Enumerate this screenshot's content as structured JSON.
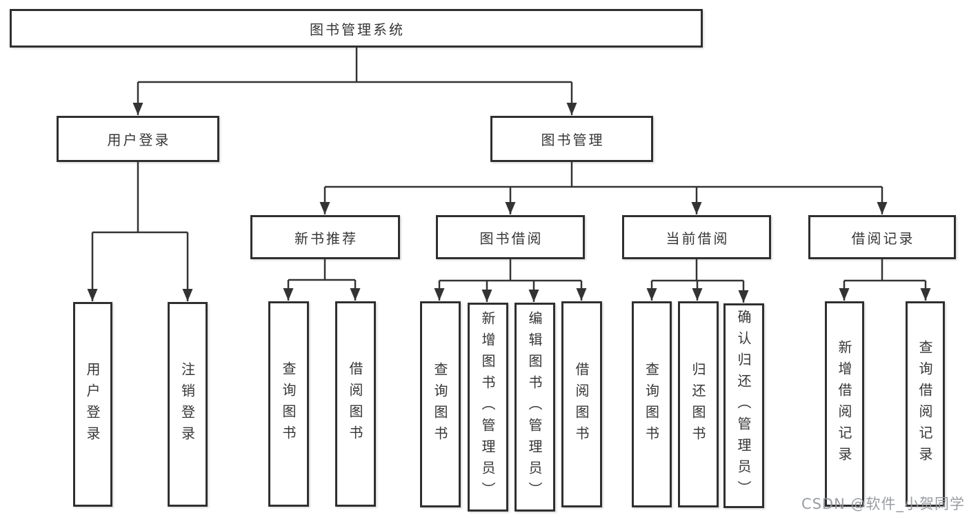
{
  "title": "图书管理系统",
  "tree": {
    "root": {
      "label": "图书管理系统",
      "children": [
        {
          "label": "用户登录",
          "children": [
            {
              "label": "用户登录"
            },
            {
              "label": "注销登录"
            }
          ]
        },
        {
          "label": "图书管理",
          "children": [
            {
              "label": "新书推荐",
              "children": [
                {
                  "label": "查询图书"
                },
                {
                  "label": "借阅图书"
                }
              ]
            },
            {
              "label": "图书借阅",
              "children": [
                {
                  "label": "查询图书"
                },
                {
                  "label": "新增图书（管理员）"
                },
                {
                  "label": "编辑图书（管理员）"
                },
                {
                  "label": "借阅图书"
                }
              ]
            },
            {
              "label": "当前借阅",
              "children": [
                {
                  "label": "查询图书"
                },
                {
                  "label": "归还图书"
                },
                {
                  "label": "确认归还（管理员）"
                }
              ]
            },
            {
              "label": "借阅记录",
              "children": [
                {
                  "label": "新增借阅记录"
                },
                {
                  "label": "查询借阅记录"
                }
              ]
            }
          ]
        }
      ]
    }
  },
  "watermark": "CSDN @软件_小贺同学",
  "colors": {
    "line": "#333333",
    "box_border": "#2f2f2f",
    "text": "#363636",
    "watermark": "#94989d",
    "background": "#ffffff"
  }
}
